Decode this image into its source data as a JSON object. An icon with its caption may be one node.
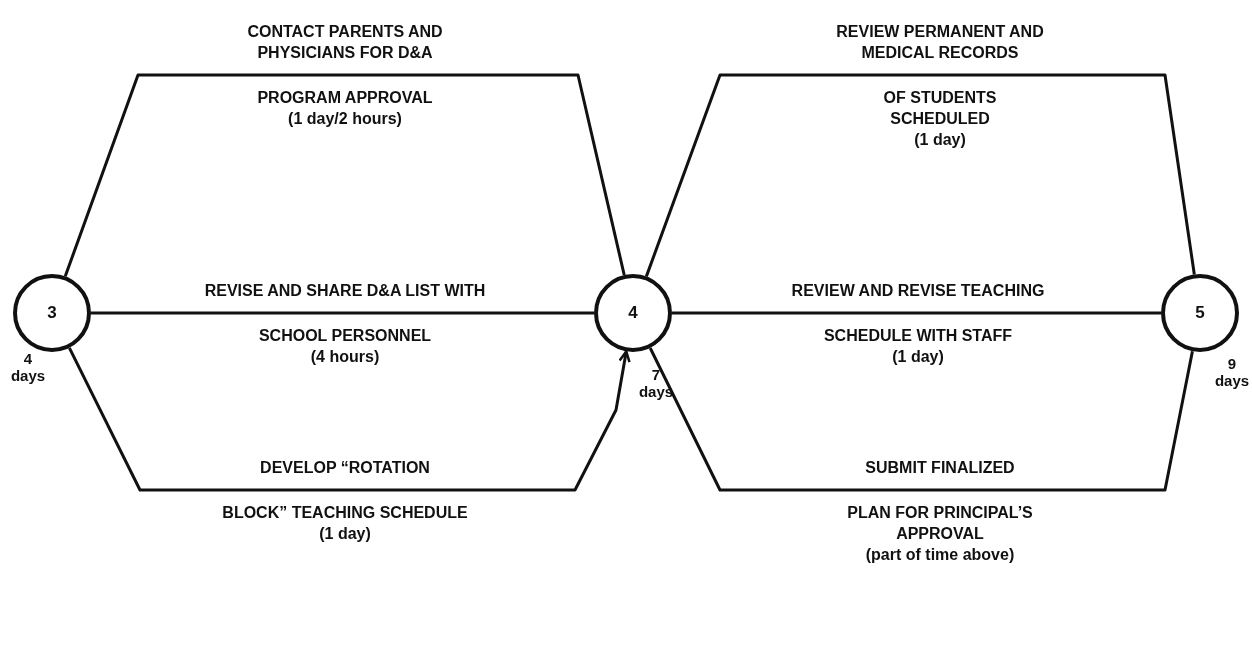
{
  "diagram": {
    "nodes": [
      {
        "text": [
          "3"
        ],
        "beside": [
          "4 days"
        ]
      },
      {
        "text": [
          "4"
        ],
        "beside": [
          "7 days"
        ]
      },
      {
        "text": [
          "5"
        ],
        "beside": [
          "9 days"
        ]
      }
    ],
    "edges": [
      {
        "from": 0,
        "to": 1,
        "arrow": "none",
        "label": "CONTACT PARENTS AND PHYSICIANS FOR D&A PROGRAM APPROVAL (1 day/2 hours)"
      },
      {
        "from": 0,
        "to": 1,
        "arrow": "none",
        "label": "REVISE AND SHARE D&A LIST WITH SCHOOL PERSONNEL (4 hours)"
      },
      {
        "from": 0,
        "to": 1,
        "arrow": "to",
        "label": "DEVELOP “ROTATION BLOCK” TEACHING SCHEDULE (1 day)"
      },
      {
        "from": 1,
        "to": 2,
        "arrow": "none",
        "label": "REVIEW PERMANENT AND MEDICAL RECORDS OF STUDENTS SCHEDULED (1 day)"
      },
      {
        "from": 1,
        "to": 2,
        "arrow": "none",
        "label": "REVIEW AND REVISE TEACHING SCHEDULE WITH STAFF (1 day)"
      },
      {
        "from": 1,
        "to": 2,
        "arrow": "none",
        "label": "SUBMIT FINALIZED PLAN FOR PRINCIPAL’S APPROVAL (part of time above)"
      }
    ]
  }
}
